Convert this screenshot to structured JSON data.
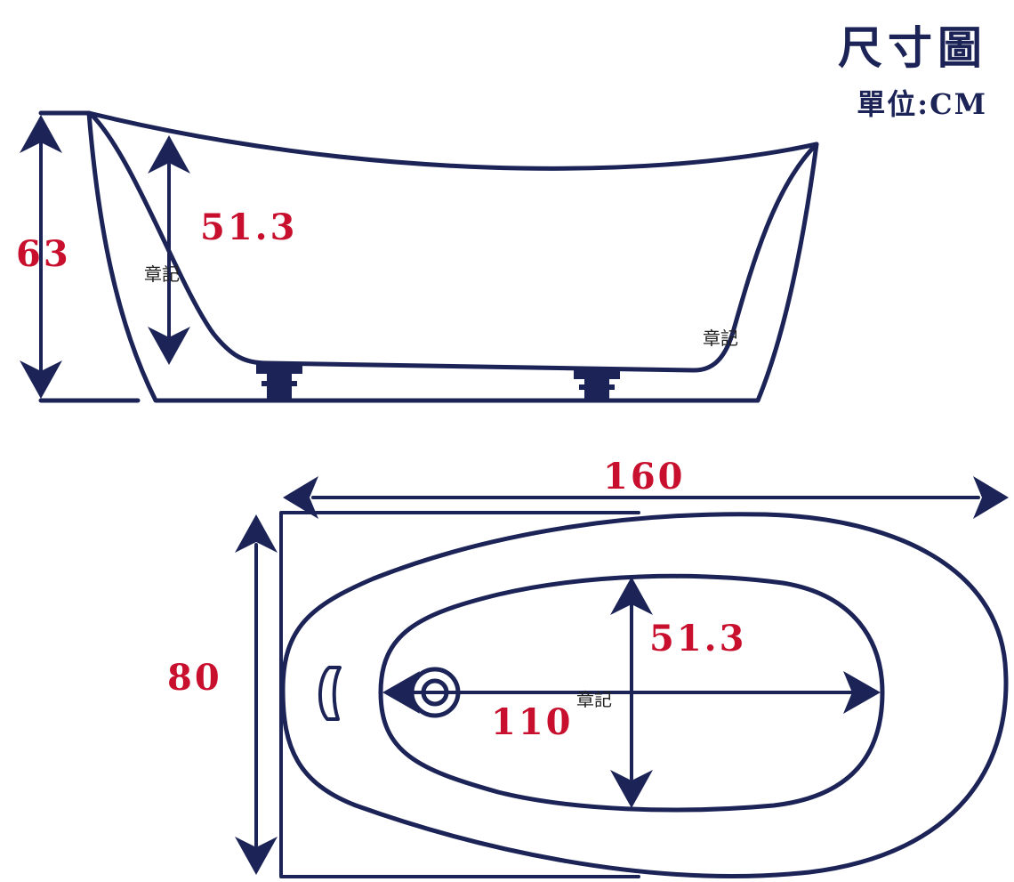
{
  "header": {
    "title": "尺寸圖",
    "unit": "單位:CM"
  },
  "side_view": {
    "total_height": "63",
    "inner_depth": "51.3"
  },
  "top_view": {
    "length": "160",
    "width": "80",
    "inner_width": "51.3",
    "inner_length": "110"
  },
  "watermark": "章記",
  "colors": {
    "outline": "#1c2357",
    "dimension_text": "#c8102e"
  }
}
